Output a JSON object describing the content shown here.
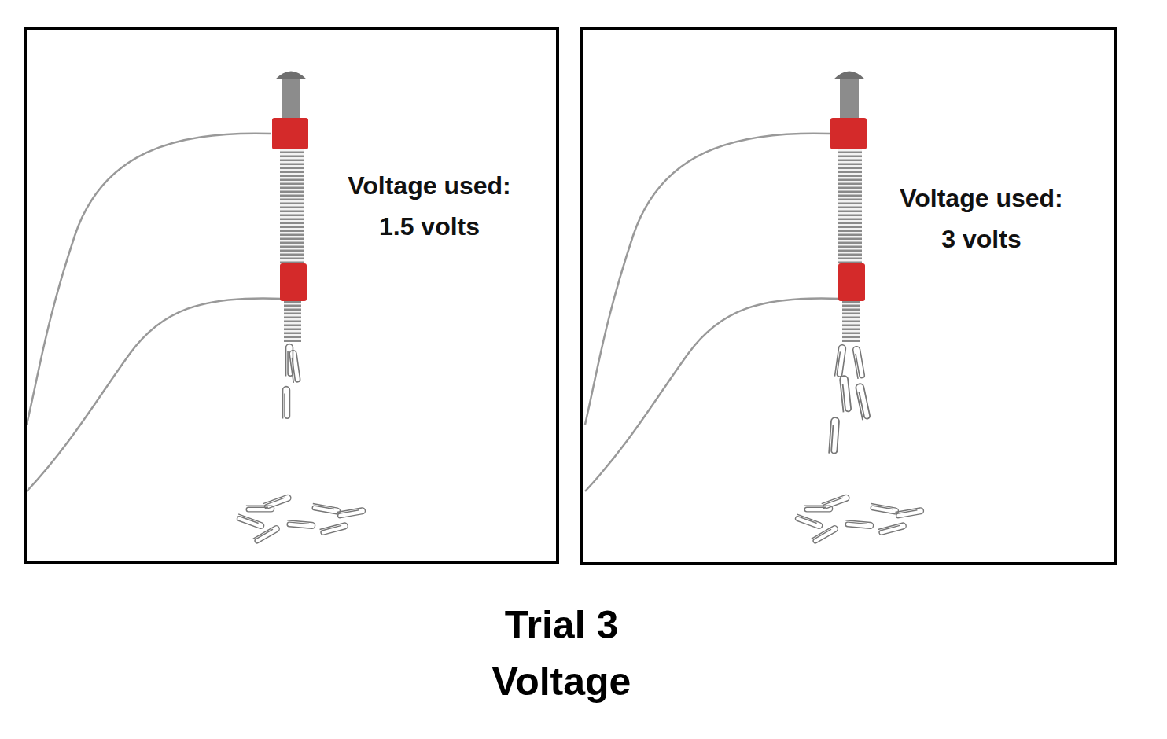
{
  "diagram": {
    "title": "Trial 3",
    "caption": "Voltage",
    "nodes": [
      {
        "text": [
          "Voltage used:",
          "1.5 volts"
        ]
      },
      {
        "text": [
          "Voltage used:",
          "3 volts"
        ]
      }
    ]
  }
}
